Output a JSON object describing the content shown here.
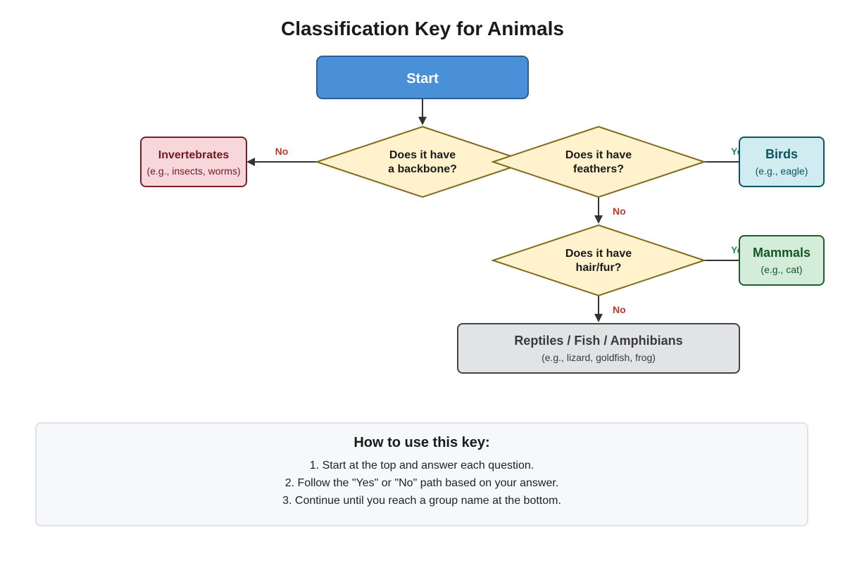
{
  "title": "Classification Key for Animals",
  "nodes": {
    "start": {
      "label": "Start"
    },
    "q_backbone": {
      "line1": "Does it have",
      "line2": "a backbone?"
    },
    "q_feathers": {
      "line1": "Does it have",
      "line2": "feathers?"
    },
    "q_hair": {
      "line1": "Does it have",
      "line2": "hair/fur?"
    },
    "invertebrates": {
      "label": "Invertebrates",
      "example": "(e.g., insects, worms)"
    },
    "birds": {
      "label": "Birds",
      "example": "(e.g., eagle)"
    },
    "mammals": {
      "label": "Mammals",
      "example": "(e.g., cat)"
    },
    "reptiles": {
      "label": "Reptiles / Fish / Amphibians",
      "example": "(e.g., lizard, goldfish, frog)"
    }
  },
  "edges": {
    "backbone_no": "No",
    "feathers_yes": "Yes",
    "feathers_no": "No",
    "hair_yes": "Yes",
    "hair_no": "No"
  },
  "colors": {
    "start_fill": "#4a90d9",
    "decision_fill": "#fff2cc",
    "decision_stroke": "#7f6a1a",
    "invertebrates_fill": "#f8d7da",
    "birds_fill": "#d1ecf1",
    "mammals_fill": "#d4edda",
    "reptiles_fill": "#e2e3e5",
    "no_label": "#c0392b",
    "yes_label": "#2e8b57"
  },
  "instructions": {
    "heading": "How to use this key:",
    "steps": [
      "1. Start at the top and answer each question.",
      "2. Follow the \"Yes\" or \"No\" path based on your answer.",
      "3. Continue until you reach a group name at the bottom."
    ]
  }
}
